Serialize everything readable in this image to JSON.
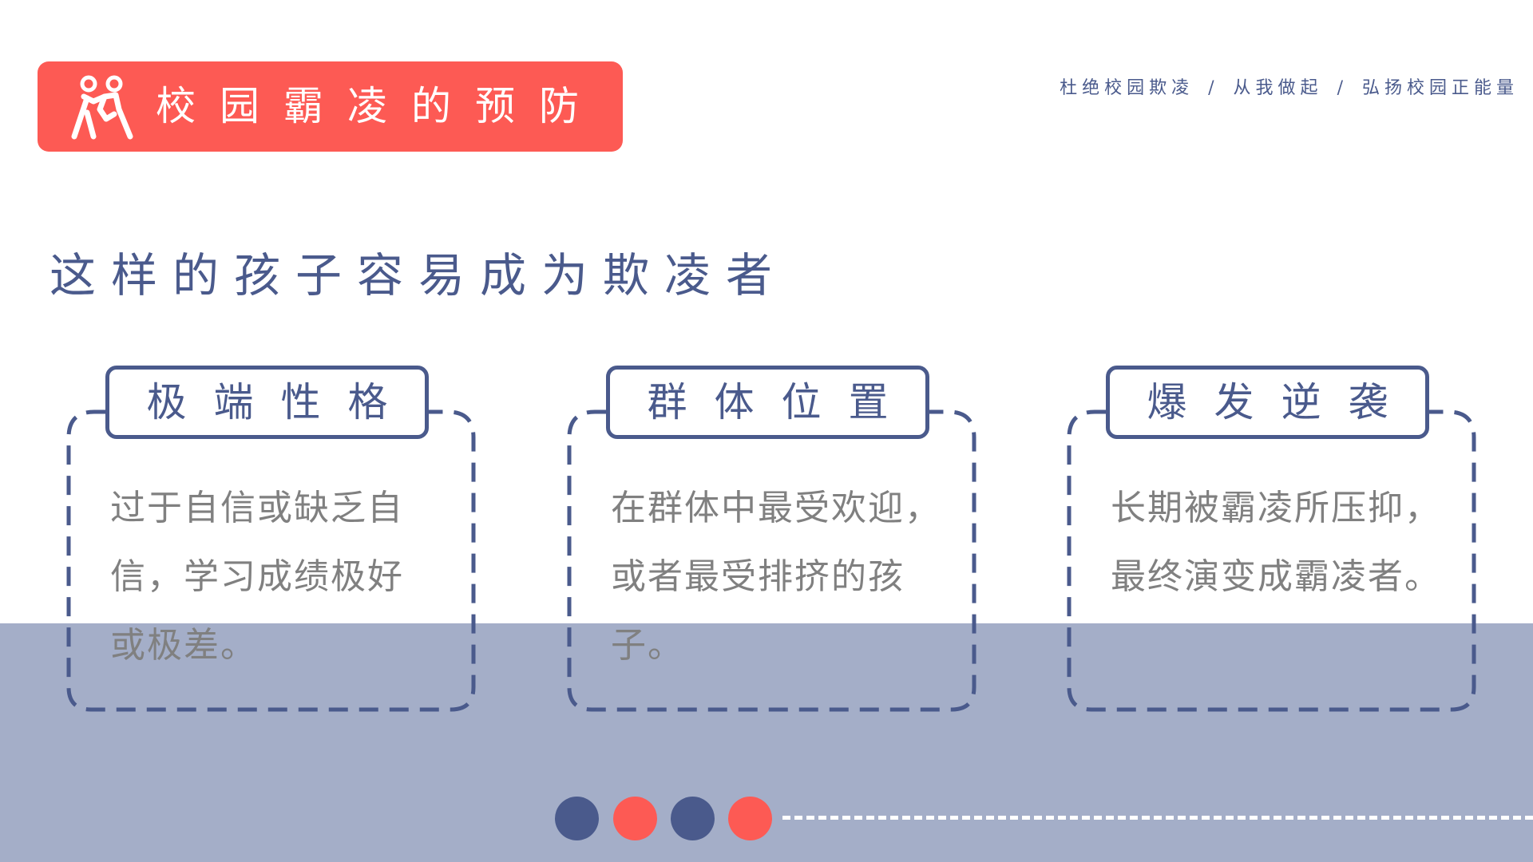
{
  "header": {
    "title": "校园霸凌的预防",
    "icon": "two-people-icon"
  },
  "tagline": {
    "items": [
      "杜绝校园欺凌",
      "从我做起",
      "弘扬校园正能量"
    ],
    "separator": "/"
  },
  "main_title": "这样的孩子容易成为欺凌者",
  "cards": [
    {
      "label": "极端性格",
      "lines": [
        "过于自信或缺乏自",
        "信，学习成绩极好",
        "或极差。"
      ]
    },
    {
      "label": "群体位置",
      "lines": [
        "在群体中最受欢迎，",
        "或者最受排挤的孩",
        "子。"
      ]
    },
    {
      "label": "爆发逆袭",
      "lines": [
        "长期被霸凌所压抑，",
        "最终演变成霸凌者。"
      ]
    }
  ],
  "colors": {
    "accent_red": "#fd5a54",
    "navy": "#4a5a8c",
    "band": "#a4aec8",
    "body_text": "#808080"
  }
}
